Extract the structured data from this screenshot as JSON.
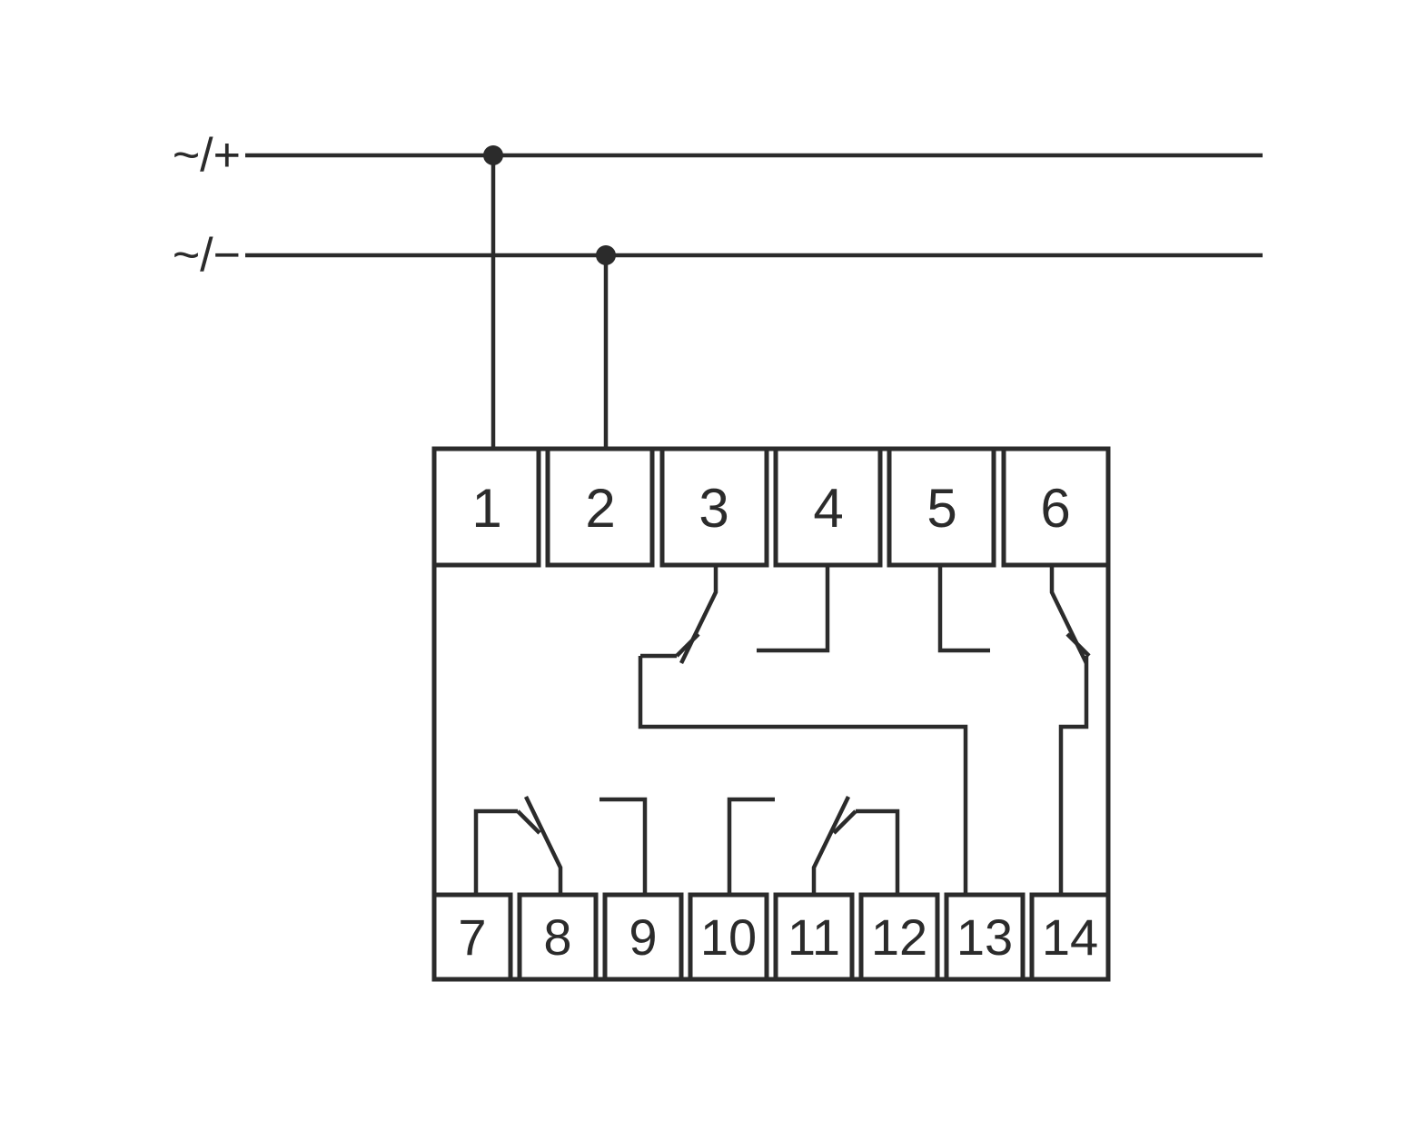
{
  "supply": {
    "plus_label": "~/+",
    "minus_label": "~/−"
  },
  "terminals": {
    "top": [
      "1",
      "2",
      "3",
      "4",
      "5",
      "6"
    ],
    "bottom": [
      "7",
      "8",
      "9",
      "10",
      "11",
      "12",
      "13",
      "14"
    ]
  },
  "colors": {
    "line": "#2b2b2b",
    "background": "#ffffff"
  }
}
